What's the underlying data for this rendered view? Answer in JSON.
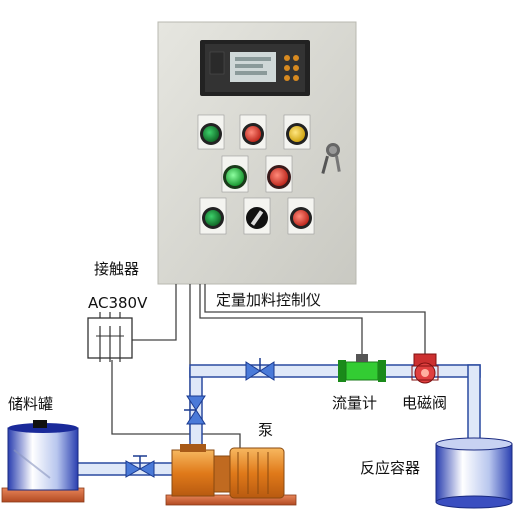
{
  "labels": {
    "contactor": "接触器",
    "power": "AC380V",
    "controller": "定量加料控制仪",
    "storage_tank": "储料罐",
    "pump": "泵",
    "flow_meter": "流量计",
    "solenoid_valve": "电磁阀",
    "reactor": "反应容器"
  },
  "colors": {
    "cabinet": "#dcdcd4",
    "pipe_fill": "#dfe8f8",
    "pipe_edge": "#2a4aa0",
    "wire": "#444444",
    "flow_meter": "#33cc33",
    "solenoid": "#e04040",
    "pump": "#e08a2a",
    "tank_base": "#d06a3a"
  }
}
